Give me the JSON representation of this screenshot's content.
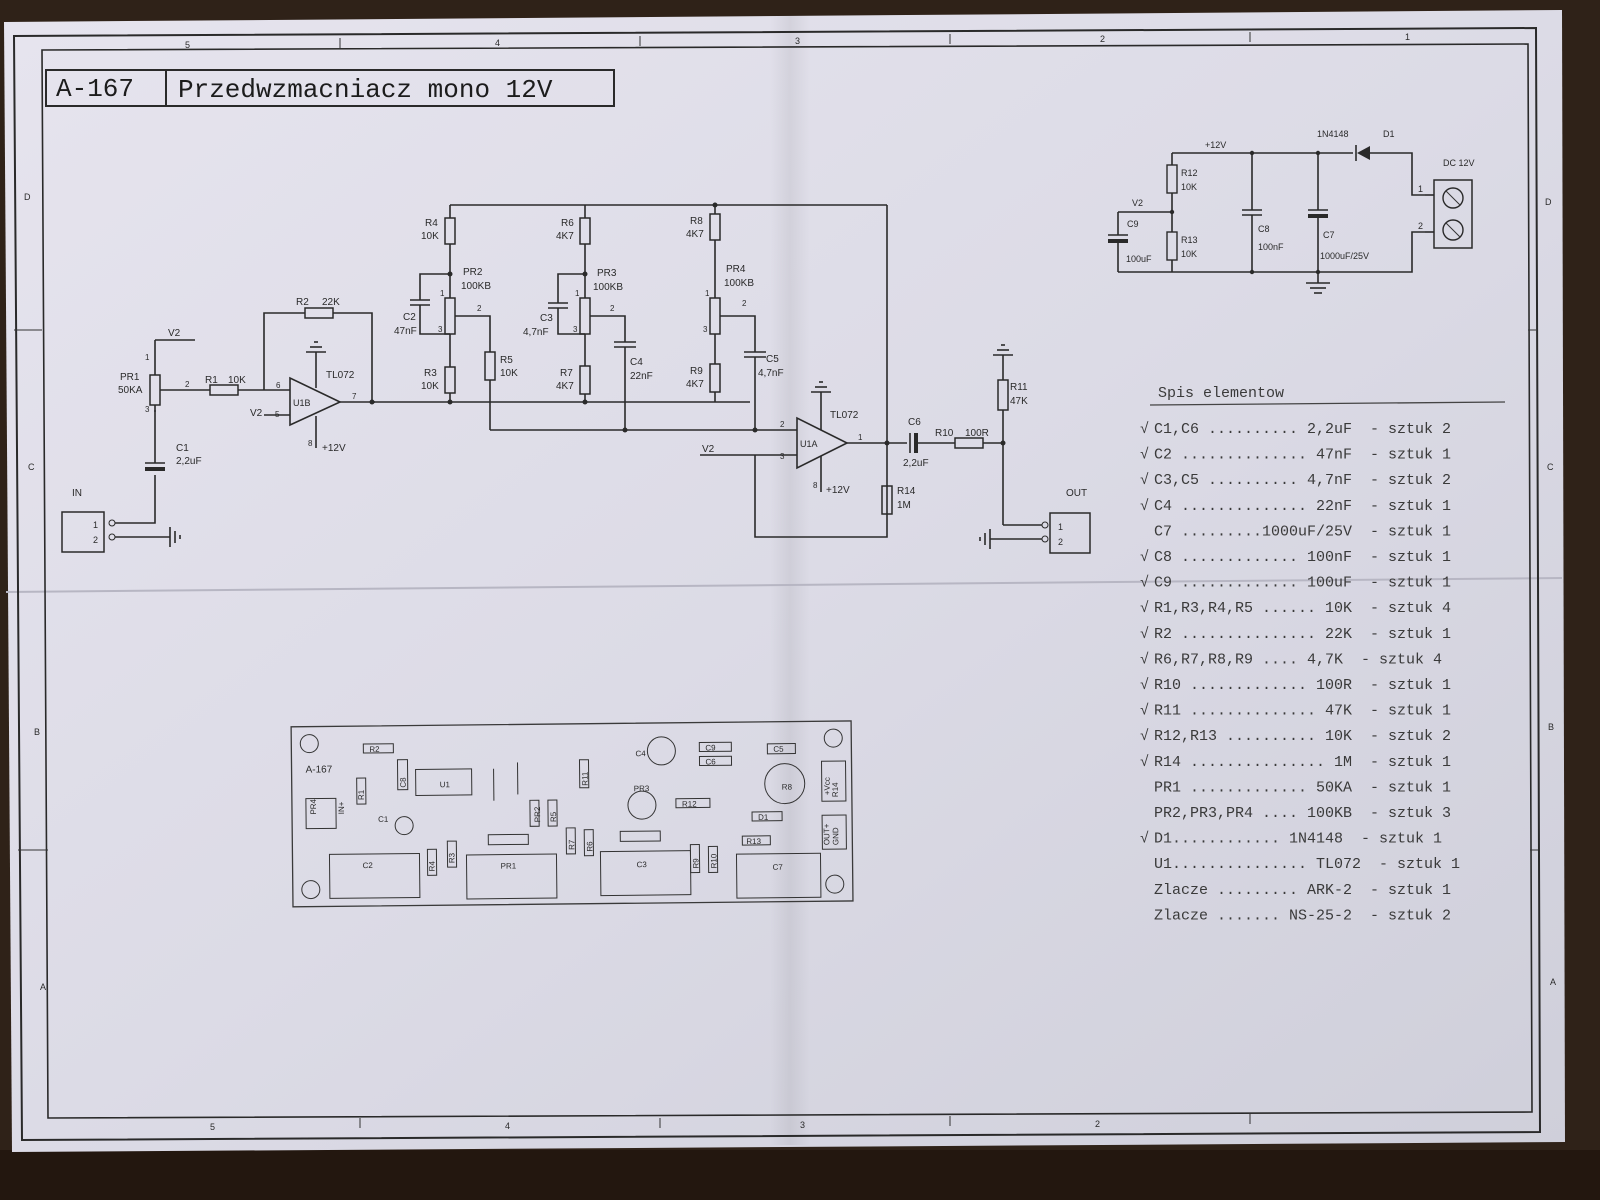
{
  "title_block": {
    "code": "A-167",
    "title": "Przedwzmacniacz mono 12V"
  },
  "frame": {
    "top_zones": [
      "5",
      "4",
      "3",
      "2",
      "1"
    ],
    "bottom_zones": [
      "5",
      "4",
      "3",
      "2"
    ],
    "side_zones": [
      "D",
      "C",
      "B",
      "A"
    ]
  },
  "schematic": {
    "connector_in": "IN",
    "connector_out": "OUT",
    "supply_pos": "+12V",
    "v2": "V2",
    "pin": {
      "one": "1",
      "two": "2",
      "three": "3",
      "five": "5",
      "six": "6",
      "seven": "7",
      "eight": "8"
    },
    "components": {
      "PR1": {
        "ref": "PR1",
        "value": "50KA"
      },
      "R1": {
        "ref": "R1",
        "value": "10K"
      },
      "R2": {
        "ref": "R2",
        "value": "22K"
      },
      "C1": {
        "ref": "C1",
        "value": "2,2uF"
      },
      "U1B": {
        "ref": "U1B",
        "part": "TL072"
      },
      "R4": {
        "ref": "R4",
        "value": "10K"
      },
      "R3": {
        "ref": "R3",
        "value": "10K"
      },
      "C2": {
        "ref": "C2",
        "value": "47nF"
      },
      "PR2": {
        "ref": "PR2",
        "value": "100KB"
      },
      "R5": {
        "ref": "R5",
        "value": "10K"
      },
      "R6": {
        "ref": "R6",
        "value": "4K7"
      },
      "R7": {
        "ref": "R7",
        "value": "4K7"
      },
      "C3": {
        "ref": "C3",
        "value": "4,7nF"
      },
      "PR3": {
        "ref": "PR3",
        "value": "100KB"
      },
      "C4": {
        "ref": "C4",
        "value": "22nF"
      },
      "R8": {
        "ref": "R8",
        "value": "4K7"
      },
      "R9": {
        "ref": "R9",
        "value": "4K7"
      },
      "PR4": {
        "ref": "PR4",
        "value": "100KB"
      },
      "C5": {
        "ref": "C5",
        "value": "4,7nF"
      },
      "U1A": {
        "ref": "U1A",
        "part": "TL072"
      },
      "C6": {
        "ref": "C6",
        "value": "2,2uF"
      },
      "R10": {
        "ref": "R10",
        "value": "100R"
      },
      "R11": {
        "ref": "R11",
        "value": "47K"
      },
      "R14": {
        "ref": "R14",
        "value": "1M"
      }
    }
  },
  "power_supply": {
    "rail": "+12V",
    "v2": "V2",
    "input_label": "DC 12V",
    "pin1": "1",
    "pin2": "2",
    "D1": {
      "ref": "D1",
      "part": "1N4148"
    },
    "R12": {
      "ref": "R12",
      "value": "10K"
    },
    "R13": {
      "ref": "R13",
      "value": "10K"
    },
    "C9": {
      "ref": "C9",
      "value": "100uF"
    },
    "C8": {
      "ref": "C8",
      "value": "100nF"
    },
    "C7": {
      "ref": "C7",
      "value": "1000uF/25V"
    }
  },
  "pcb": {
    "board_label": "A-167",
    "parts": [
      "R2",
      "C8",
      "U1",
      "R1",
      "C1",
      "R4",
      "R3",
      "C2",
      "PR1",
      "PR2",
      "R5",
      "R7",
      "R6",
      "C3",
      "C4",
      "PR3",
      "C9",
      "C6",
      "R12",
      "R13",
      "R10",
      "R9",
      "C5",
      "R8",
      "D1",
      "C7",
      "R11",
      "PR4",
      "R14",
      "IN+",
      "+Vcc",
      "GND",
      "OUT+"
    ]
  },
  "bom": {
    "title": "Spis elementow",
    "rows": [
      {
        "check": "√",
        "text": "C1,C6 .......... 2,2uF  - sztuk 2"
      },
      {
        "check": "√",
        "text": "C2 .............. 47nF  - sztuk 1"
      },
      {
        "check": "√",
        "text": "C3,C5 .......... 4,7nF  - sztuk 2"
      },
      {
        "check": "√",
        "text": "C4 .............. 22nF  - sztuk 1"
      },
      {
        "check": "",
        "text": "C7 .........1000uF/25V  - sztuk 1"
      },
      {
        "check": "√",
        "text": "C8 ............. 100nF  - sztuk 1"
      },
      {
        "check": "√",
        "text": "C9 ............. 100uF  - sztuk 1"
      },
      {
        "check": "√",
        "text": "R1,R3,R4,R5 ...... 10K  - sztuk 4"
      },
      {
        "check": "√",
        "text": "R2 ............... 22K  - sztuk 1"
      },
      {
        "check": "√",
        "text": "R6,R7,R8,R9 .... 4,7K  - sztuk 4"
      },
      {
        "check": "√",
        "text": "R10 ............. 100R  - sztuk 1"
      },
      {
        "check": "√",
        "text": "R11 .............. 47K  - sztuk 1"
      },
      {
        "check": "√",
        "text": "R12,R13 .......... 10K  - sztuk 2"
      },
      {
        "check": "√",
        "text": "R14 ............... 1M  - sztuk 1"
      },
      {
        "check": "",
        "text": "PR1 ............. 50KA  - sztuk 1"
      },
      {
        "check": "",
        "text": "PR2,PR3,PR4 .... 100KB  - sztuk 3"
      },
      {
        "check": "√",
        "text": "D1............ 1N4148  - sztuk 1"
      },
      {
        "check": "",
        "text": "U1............... TL072  - sztuk 1"
      },
      {
        "check": "",
        "text": "Zlacze ......... ARK-2  - sztuk 1"
      },
      {
        "check": "",
        "text": "Zlacze ....... NS-25-2  - sztuk 2"
      }
    ]
  }
}
